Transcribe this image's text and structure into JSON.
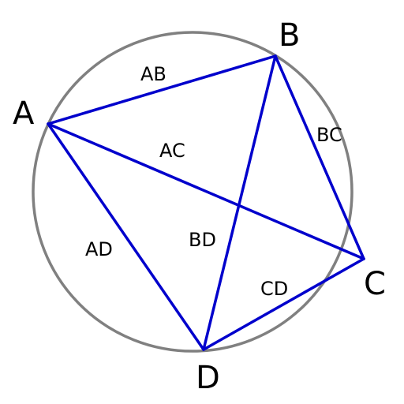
{
  "colors": {
    "circle": "#808080",
    "edge": "#0000cc",
    "text": "#000000"
  },
  "vertices": {
    "A": "A",
    "B": "B",
    "C": "C",
    "D": "D"
  },
  "edges": {
    "AB": "AB",
    "BC": "BC",
    "CD": "CD",
    "AD": "AD",
    "AC": "AC",
    "BD": "BD"
  }
}
